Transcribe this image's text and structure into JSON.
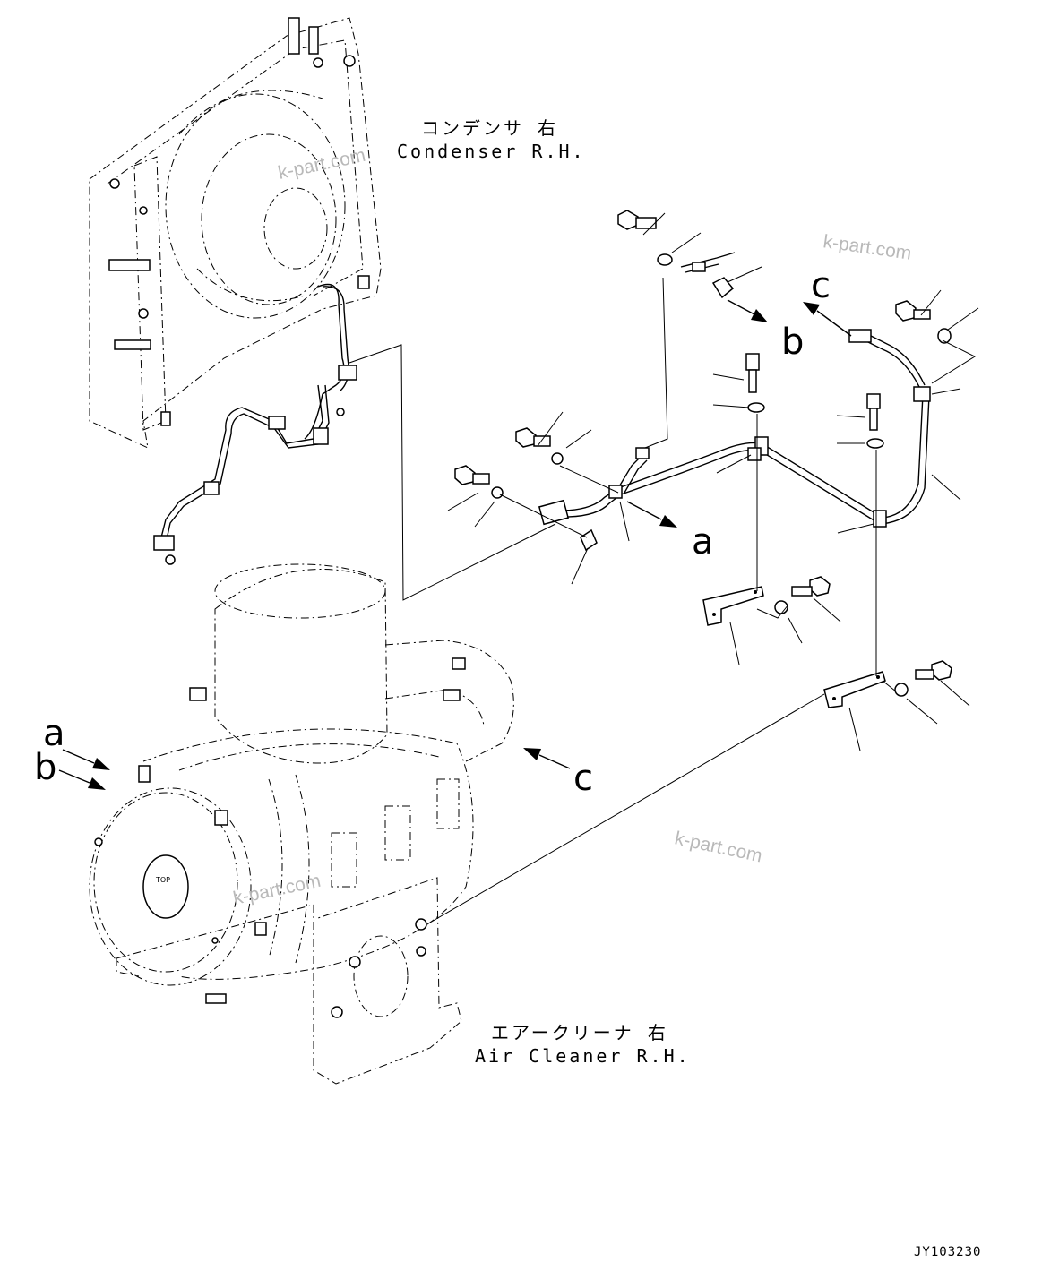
{
  "labels": {
    "condenser_jp": "コンデンサ 右",
    "condenser_en": "Condenser R.H.",
    "air_cleaner_jp": "エアークリーナ 右",
    "air_cleaner_en": "Air Cleaner R.H."
  },
  "connection_letters": {
    "a_right": "a",
    "b_right": "b",
    "c_right": "c",
    "a_left": "a",
    "b_left": "b",
    "c_left": "c"
  },
  "watermarks": [
    "k-part.com",
    "k-part.com",
    "k-part.com",
    "k-part.com"
  ],
  "drawing_number": "JY103230",
  "colors": {
    "line": "#000000",
    "background": "#ffffff",
    "watermark": "#b9b9b9"
  }
}
